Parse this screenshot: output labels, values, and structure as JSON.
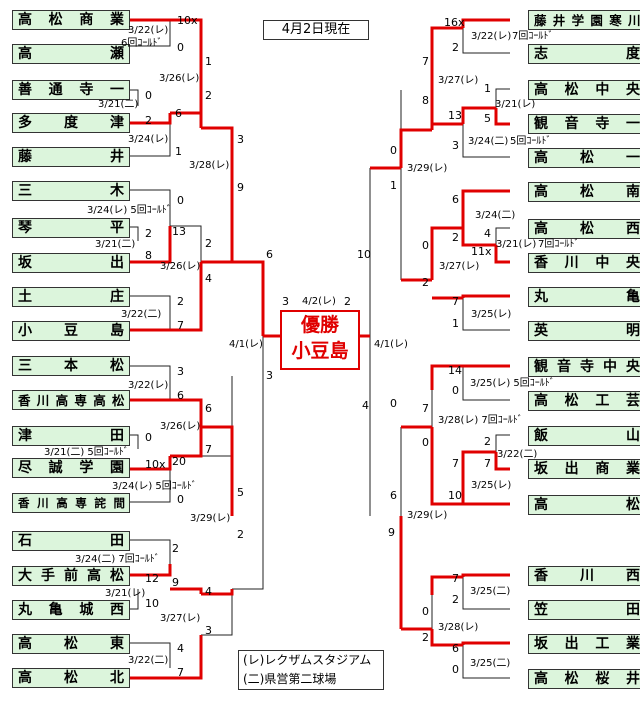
{
  "date_label": "4月2日現在",
  "champion": {
    "title": "優勝",
    "team": "小豆島"
  },
  "legend": [
    "(レ)レクザムスタジアム",
    "(二)県営第二球場"
  ],
  "teams_left": [
    "高松商業",
    "高瀬",
    "善通寺一",
    "多度津",
    "藤井",
    "三木",
    "琴平",
    "坂出",
    "土庄",
    "小豆島",
    "三本松",
    "香川高専高松",
    "津田",
    "尽誠学園",
    "香川高専詫間",
    "石田",
    "大手前高松",
    "丸亀城西",
    "高松東",
    "高松北"
  ],
  "teams_right": [
    "藤井学園寒川",
    "志度",
    "高松中央",
    "観音寺一",
    "高松一",
    "高松南",
    "高松西",
    "香川中央",
    "丸亀",
    "英明",
    "観音寺中央",
    "高松工芸",
    "飯山",
    "坂出商業",
    "高松",
    "香川西",
    "笠田",
    "坂出工業",
    "高松桜井"
  ],
  "labels": [
    "3/22(レ)",
    "6回ｺｰﾙﾄﾞ",
    "3/21(二)",
    "3/24(レ)",
    "3/26(レ)",
    "3/24(レ) 5回ｺｰﾙﾄﾞ",
    "3/21(二)",
    "3/26(レ)",
    "3/22(二)",
    "3/28(レ)",
    "3/22(レ)",
    "3/26(レ)",
    "3/21(二) 5回ｺｰﾙﾄﾞ",
    "3/24(レ) 5回ｺｰﾙﾄﾞ",
    "3/24(二) 7回ｺｰﾙﾄﾞ",
    "3/21(レ)",
    "3/27(レ)",
    "3/22(二)",
    "3/29(レ)",
    "4/1(レ)",
    "4/2(レ)",
    "3/22(レ)",
    "7回ｺｰﾙﾄﾞ",
    "3/27(レ)",
    "3/21(レ)",
    "3/24(二)",
    "5回ｺｰﾙﾄﾞ",
    "3/29(レ)",
    "3/24(二)",
    "3/21(レ)",
    "7回ｺｰﾙﾄﾞ",
    "3/27(レ)",
    "3/25(レ)",
    "4/1(レ)",
    "3/25(レ) 5回ｺｰﾙﾄﾞ",
    "3/28(レ) 7回ｺｰﾙﾄﾞ",
    "3/22(二)",
    "3/25(レ)",
    "3/29(レ)",
    "3/25(二)",
    "3/28(レ)",
    "3/25(二)"
  ],
  "scores": [
    "10x",
    "0",
    "0",
    "2",
    "1",
    "1",
    "6",
    "2",
    "0",
    "13",
    "2",
    "8",
    "2",
    "4",
    "2",
    "7",
    "9",
    "3",
    "6",
    "3",
    "3",
    "6",
    "6",
    "7",
    "0",
    "10x",
    "20",
    "0",
    "5",
    "2",
    "2",
    "9",
    "12",
    "10",
    "4",
    "4",
    "7",
    "3",
    "3",
    "2",
    "16x",
    "2",
    "7",
    "1",
    "13",
    "5",
    "3",
    "8",
    "0",
    "1",
    "6",
    "2",
    "4",
    "11x",
    "7",
    "1",
    "0",
    "2",
    "10",
    "4",
    "14",
    "0",
    "7",
    "0",
    "2",
    "7",
    "7",
    "10",
    "0",
    "6",
    "9",
    "7",
    "2",
    "0",
    "6",
    "0",
    "2"
  ]
}
